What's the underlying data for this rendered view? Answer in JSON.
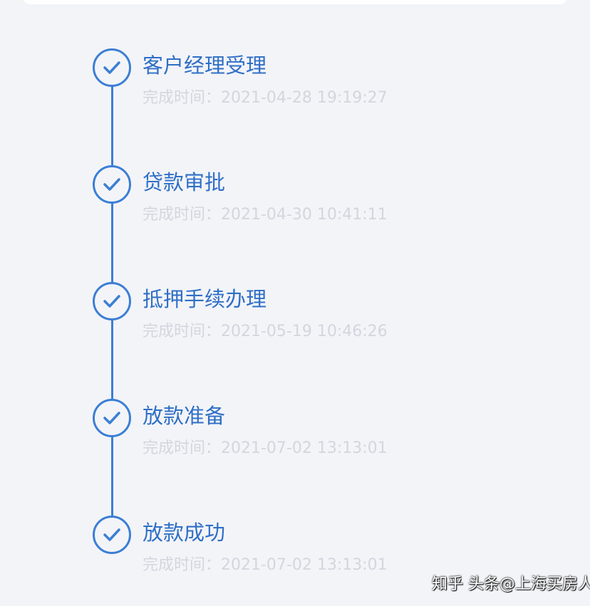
{
  "steps": [
    {
      "title": "客户经理受理",
      "time": "完成时间：2021-04-28 19:19:27"
    },
    {
      "title": "贷款审批",
      "time": "完成时间：2021-04-30 10:41:11"
    },
    {
      "title": "抵押手续办理",
      "time": "完成时间：2021-05-19 10:46:26"
    },
    {
      "title": "放款准备",
      "time": "完成时间：2021-07-02 13:13:01"
    },
    {
      "title": "放款成功",
      "time": "完成时间：2021-07-02 13:13:01"
    }
  ],
  "watermark": "知乎 头条@上海买房人",
  "colors": {
    "accent": "#3b7fd4",
    "title": "#2f6fc6",
    "time": "#d3d6de",
    "background": "#f3f4f8"
  },
  "icons": {
    "step_status": "check-circle-icon"
  }
}
